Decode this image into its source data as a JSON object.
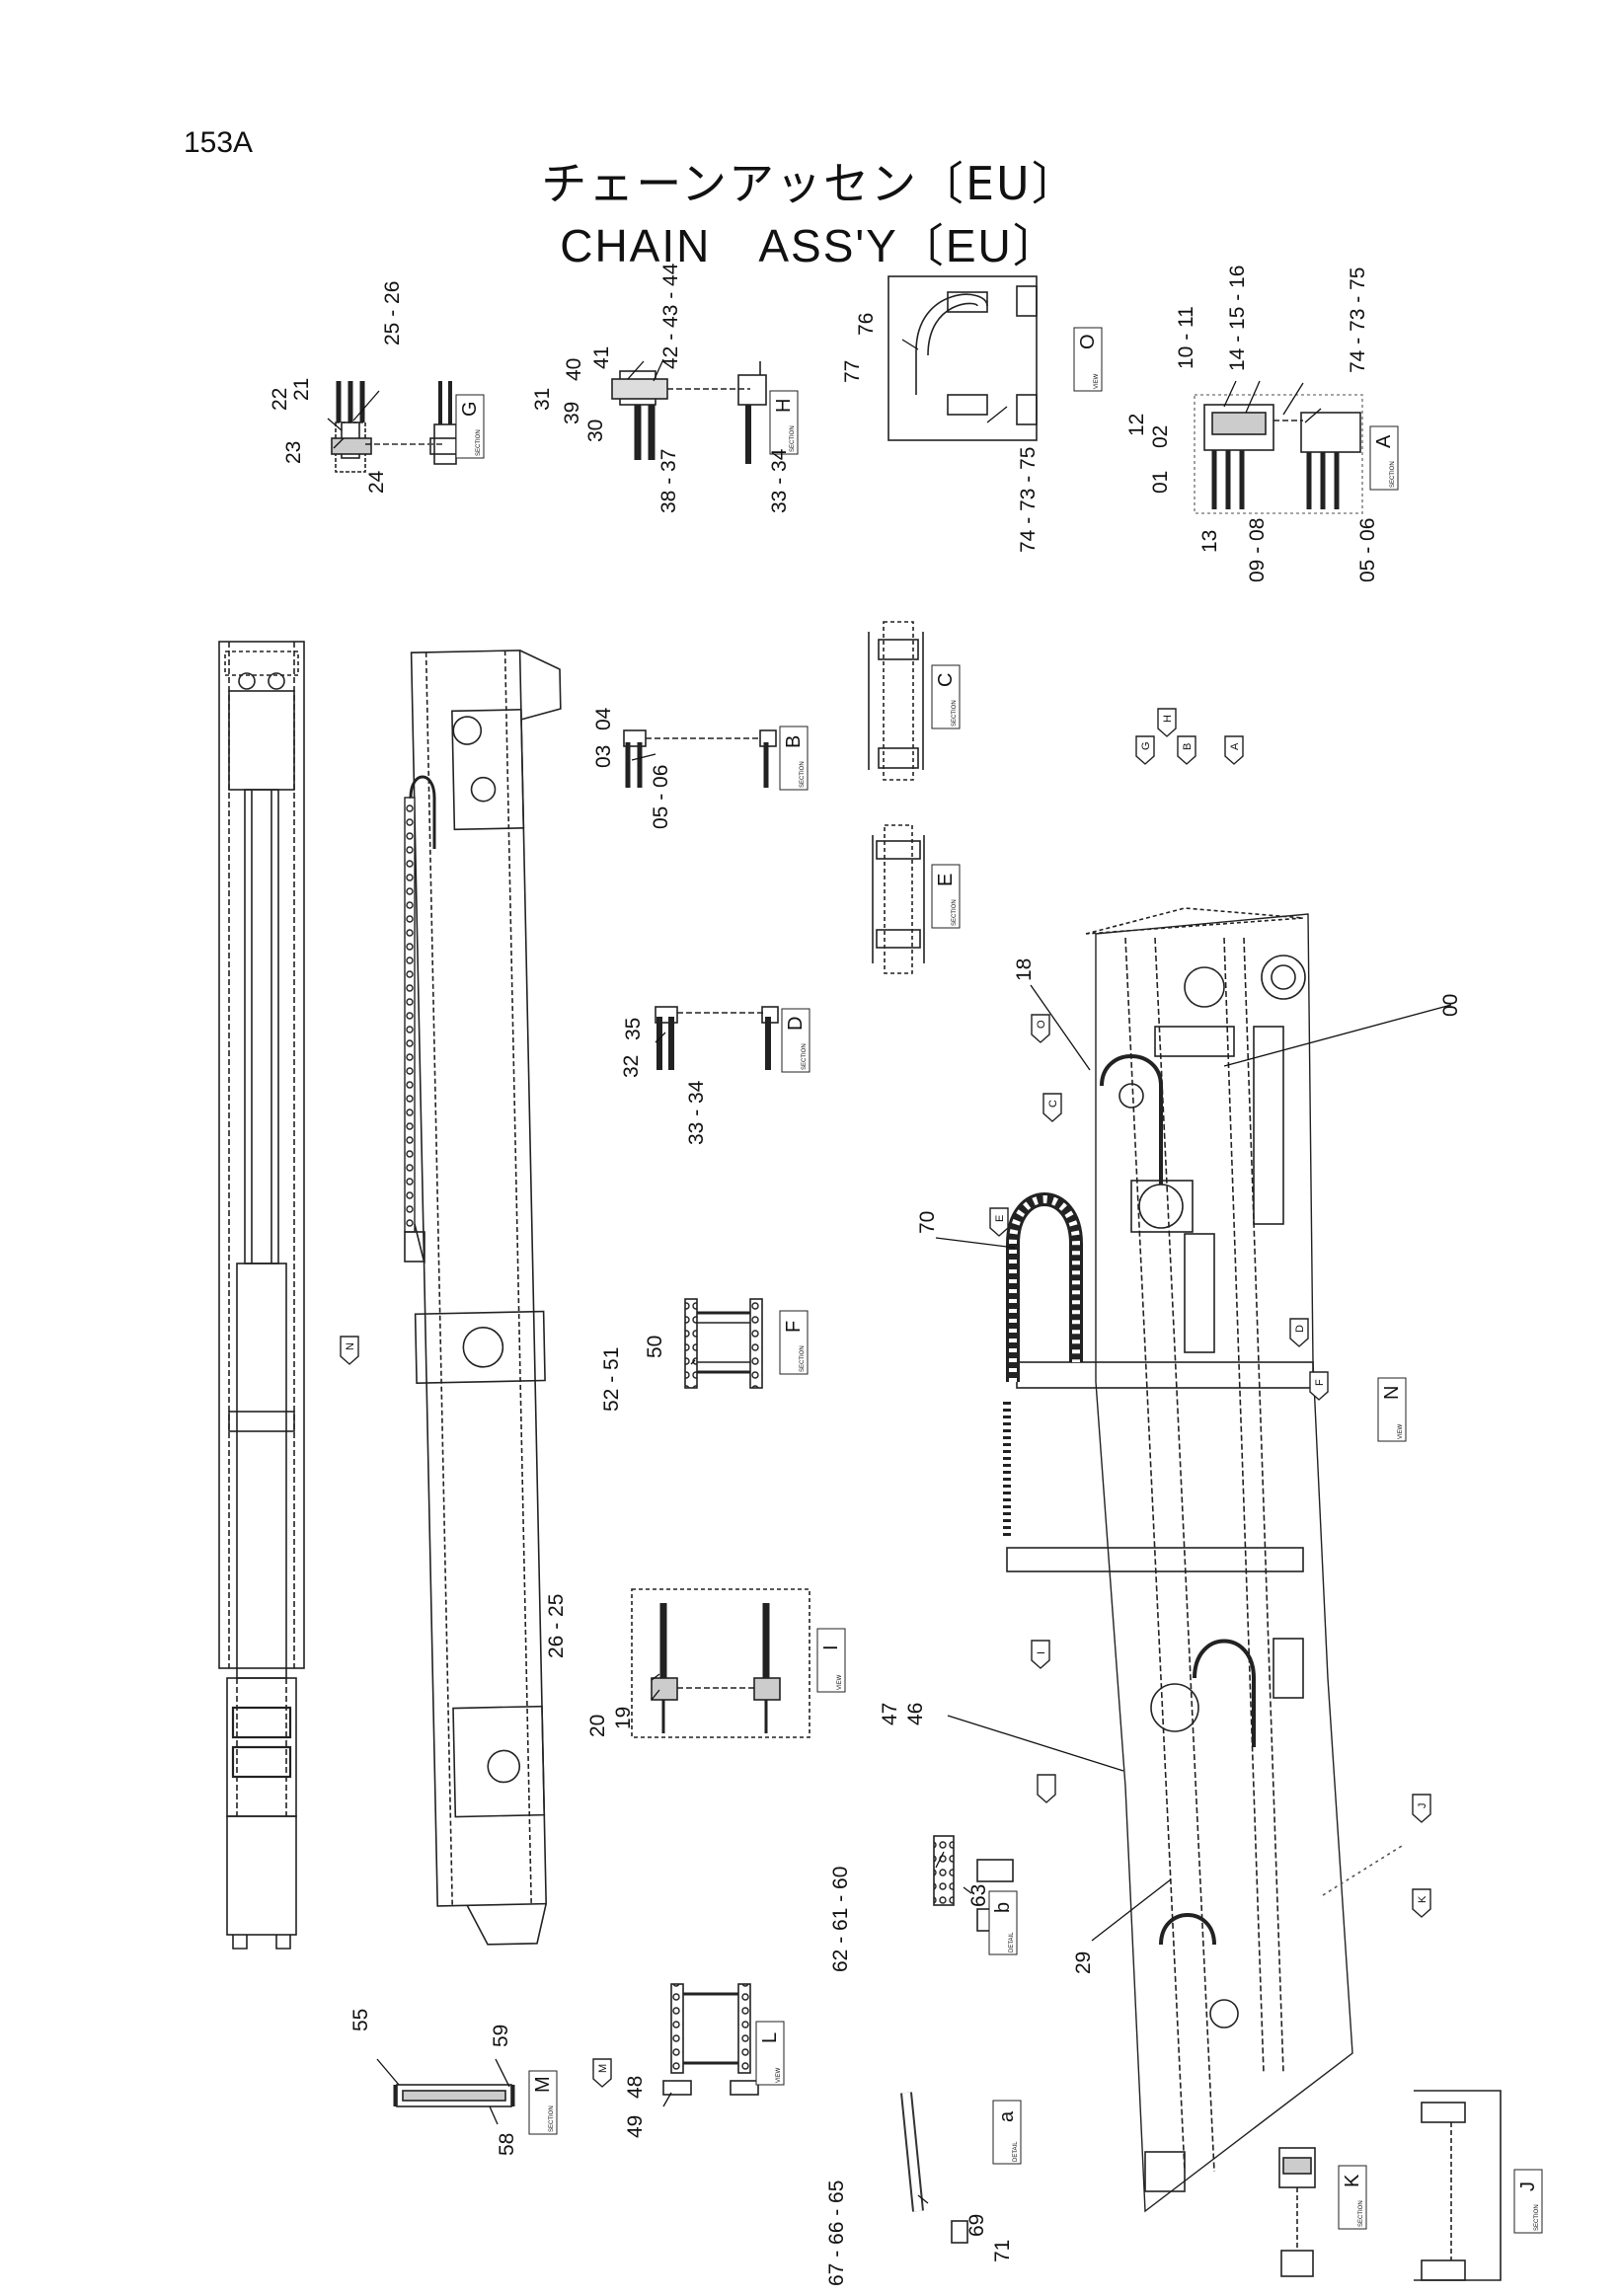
{
  "header": {
    "page_number": "153A",
    "title_jp": "チェーンアッセン〔EU〕",
    "title_en": "CHAIN　ASS'Y〔EU〕"
  },
  "views": {
    "G": "G",
    "H": "H",
    "O": "O",
    "A": "A",
    "B": "B",
    "C": "C",
    "D": "D",
    "E": "E",
    "F": "F",
    "I": "I",
    "L": "L",
    "M": "M",
    "N": "N",
    "a": "a",
    "b": "b",
    "J": "J",
    "K": "K"
  },
  "view_kind": {
    "section": "SECTION",
    "view": "VIEW",
    "detail": "DETAIL"
  },
  "markers": [
    "G",
    "H",
    "B",
    "A",
    "O",
    "C",
    "E",
    "D",
    "F",
    "I",
    "J",
    "K",
    "M",
    "N"
  ],
  "callouts": {
    "c00": "00",
    "c18": "18",
    "c70": "70",
    "c29": "29",
    "c46": "46",
    "c47": "47",
    "g22": "22",
    "g21": "21",
    "g23": "23",
    "g24": "24",
    "g25": "25 - 26",
    "h40": "40",
    "h41": "41",
    "h31": "31",
    "h39": "39",
    "h30": "30",
    "h42": "42 - 43 - 44",
    "h38": "38 - 37",
    "h33": "33 - 34",
    "o76": "76",
    "o77": "77",
    "o74": "74 - 73 - 75",
    "a10": "10 - 11",
    "a14": "14 - 15 - 16",
    "a74": "74 - 73 - 75",
    "a12": "12",
    "a02": "02",
    "a01": "01",
    "a13": "13",
    "a09": "09 - 08",
    "a05": "05 - 06",
    "b04": "04",
    "b03": "03",
    "b05": "05 - 06",
    "d35": "35",
    "d32": "32",
    "d33": "33 - 34",
    "f50": "50",
    "f52": "52 - 51",
    "i26": "26 - 25",
    "i20": "20",
    "i19": "19",
    "b62": "62 - 61 - 60",
    "b63": "63",
    "m55": "55",
    "m59": "59",
    "m58": "58",
    "l48": "48",
    "l49": "49",
    "a67": "67 - 66 - 65",
    "a69": "69",
    "a71": "71"
  }
}
